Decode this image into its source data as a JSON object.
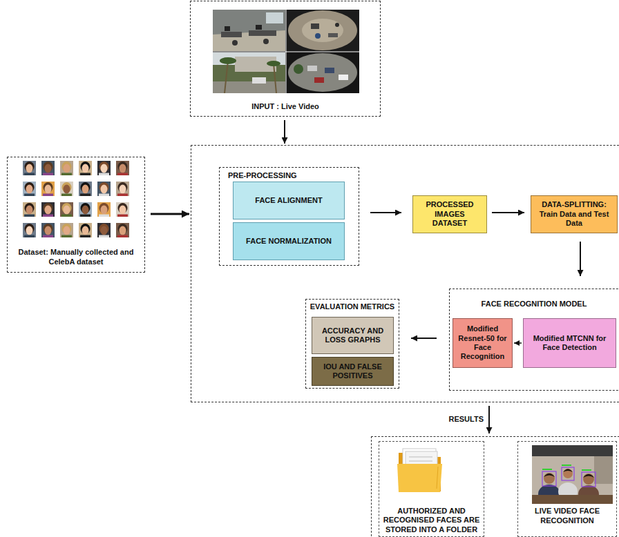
{
  "diagram": {
    "nodes": [
      {
        "text": [
          "INPUT : Live Video"
        ]
      },
      {
        "text": [
          "Dataset: Manually collected and CelebA dataset"
        ]
      },
      {
        "text": []
      },
      {
        "text": [
          "PRE-PROCESSING"
        ],
        "in": 2
      },
      {
        "text": [
          "FACE ALIGNMENT"
        ],
        "in": 3
      },
      {
        "text": [
          "FACE NORMALIZATION"
        ],
        "in": 3
      },
      {
        "text": [
          "PROCESSED IMAGES DATASET"
        ],
        "in": 2
      },
      {
        "text": [
          "DATA-SPLITTING: Train Data and Test Data"
        ],
        "in": 2
      },
      {
        "text": [
          "FACE RECOGNITION MODEL"
        ],
        "in": 2
      },
      {
        "text": [
          "Modified MTCNN for Face Detection"
        ],
        "in": 8
      },
      {
        "text": [
          "Modified Resnet-50 for Face Recognition"
        ],
        "in": 8
      },
      {
        "text": [
          "EVALUATION METRICS"
        ],
        "in": 2
      },
      {
        "text": [
          "ACCURACY AND LOSS GRAPHS"
        ],
        "in": 11
      },
      {
        "text": [
          "IOU AND FALSE POSITIVES"
        ],
        "in": 11
      },
      {
        "text": []
      },
      {
        "text": [
          "AUTHORIZED AND RECOGNISED FACES ARE STORED INTO A FOLDER"
        ],
        "in": 14
      },
      {
        "text": [
          "LIVE VIDEO FACE RECOGNITION"
        ],
        "in": 14
      }
    ],
    "edges": [
      {
        "from": 0,
        "to": 2,
        "arrow": "to"
      },
      {
        "from": 1,
        "to": 2,
        "arrow": "to"
      },
      {
        "from": 3,
        "to": 6,
        "arrow": "to"
      },
      {
        "from": 6,
        "to": 7,
        "arrow": "to"
      },
      {
        "from": 7,
        "to": 8,
        "arrow": "to"
      },
      {
        "from": 9,
        "to": 10,
        "arrow": "to"
      },
      {
        "from": 8,
        "to": 11,
        "arrow": "to"
      },
      {
        "from": 2,
        "to": 14,
        "label": "RESULTS",
        "arrow": "to"
      }
    ]
  }
}
